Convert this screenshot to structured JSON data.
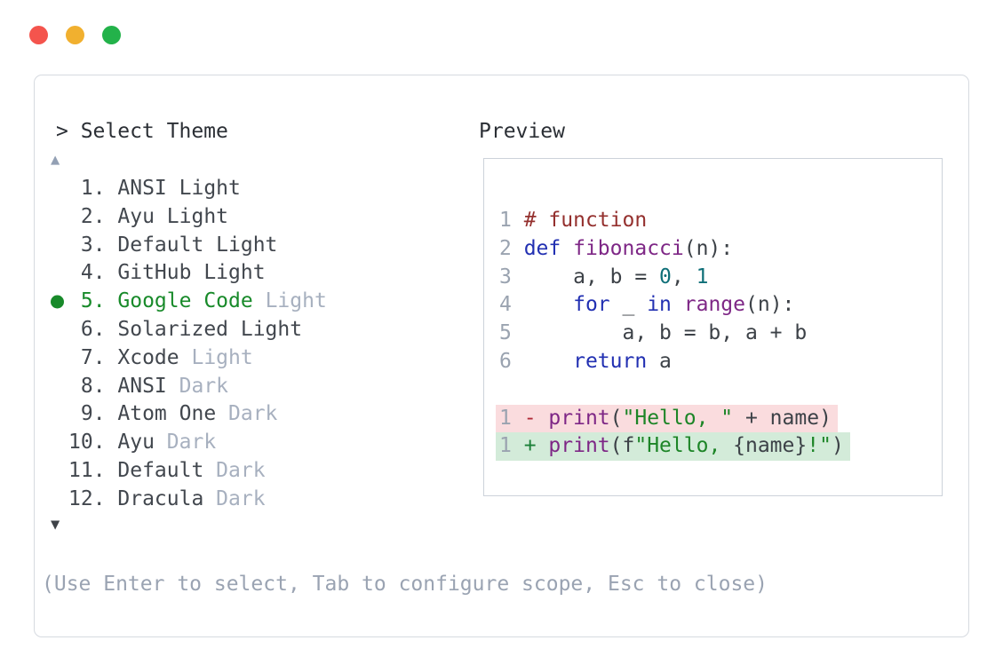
{
  "window": {
    "controls": [
      {
        "name": "close",
        "color_key": "traffic_red"
      },
      {
        "name": "minimize",
        "color_key": "traffic_yellow"
      },
      {
        "name": "zoom",
        "color_key": "traffic_green"
      }
    ]
  },
  "selector": {
    "title": "> Select Theme",
    "scroll_up": "▲",
    "scroll_down": "▼",
    "hint": "(Use Enter to select, Tab to configure scope, Esc to close)",
    "selected_item": "Google Code Light",
    "items": [
      {
        "num": " 1.",
        "name": "ANSI Light",
        "variant": "",
        "selected": false
      },
      {
        "num": " 2.",
        "name": "Ayu Light",
        "variant": "",
        "selected": false
      },
      {
        "num": " 3.",
        "name": "Default Light",
        "variant": "",
        "selected": false
      },
      {
        "num": " 4.",
        "name": "GitHub Light",
        "variant": "",
        "selected": false
      },
      {
        "num": " 5.",
        "name": "Google Code",
        "variant": "Light",
        "selected": true
      },
      {
        "num": " 6.",
        "name": "Solarized Light",
        "variant": "",
        "selected": false
      },
      {
        "num": " 7.",
        "name": "Xcode",
        "variant": "Light",
        "selected": false
      },
      {
        "num": " 8.",
        "name": "ANSI",
        "variant": "Dark",
        "selected": false
      },
      {
        "num": " 9.",
        "name": "Atom One",
        "variant": "Dark",
        "selected": false
      },
      {
        "num": "10.",
        "name": "Ayu",
        "variant": "Dark",
        "selected": false
      },
      {
        "num": "11.",
        "name": "Default",
        "variant": "Dark",
        "selected": false
      },
      {
        "num": "12.",
        "name": "Dracula",
        "variant": "Dark",
        "selected": false
      }
    ]
  },
  "preview": {
    "title": "Preview",
    "code_lines": [
      {
        "num": "1",
        "bg": "",
        "segments": [
          [
            "# function",
            "comment"
          ]
        ]
      },
      {
        "num": "2",
        "bg": "",
        "segments": [
          [
            "def",
            "keyword"
          ],
          [
            " ",
            "plain"
          ],
          [
            "fibonacci",
            "function"
          ],
          [
            "(n):",
            "plain"
          ]
        ]
      },
      {
        "num": "3",
        "bg": "",
        "segments": [
          [
            "    a, b = ",
            "plain"
          ],
          [
            "0",
            "literal"
          ],
          [
            ", ",
            "plain"
          ],
          [
            "1",
            "literal"
          ]
        ]
      },
      {
        "num": "4",
        "bg": "",
        "segments": [
          [
            "    ",
            "plain"
          ],
          [
            "for",
            "keyword"
          ],
          [
            " _ ",
            "plain"
          ],
          [
            "in",
            "keyword"
          ],
          [
            " ",
            "plain"
          ],
          [
            "range",
            "function"
          ],
          [
            "(n):",
            "plain"
          ]
        ]
      },
      {
        "num": "5",
        "bg": "",
        "segments": [
          [
            "        a, b = b, a + b",
            "plain"
          ]
        ]
      },
      {
        "num": "6",
        "bg": "",
        "segments": [
          [
            "    ",
            "plain"
          ],
          [
            "return",
            "keyword"
          ],
          [
            " a",
            "plain"
          ]
        ]
      },
      {
        "num": "",
        "bg": "",
        "segments": []
      },
      {
        "num": "1",
        "bg": "removed",
        "segments": [
          [
            "- ",
            "minus"
          ],
          [
            "print",
            "function"
          ],
          [
            "(",
            "plain"
          ],
          [
            "\"Hello, \"",
            "string"
          ],
          [
            " + name)",
            "plain"
          ]
        ]
      },
      {
        "num": "1",
        "bg": "added",
        "segments": [
          [
            "+ ",
            "plus"
          ],
          [
            "print",
            "function"
          ],
          [
            "(f",
            "plain"
          ],
          [
            "\"Hello, ",
            "string"
          ],
          [
            "{name}",
            "plain"
          ],
          [
            "!\"",
            "string"
          ],
          [
            ")",
            "plain"
          ]
        ]
      }
    ]
  },
  "colors": {
    "title_text": "#2b2f35",
    "item_text": "#42474e",
    "dim": "#a7b0bf",
    "selected": "#188a2a",
    "hint": "#9aa3b2",
    "scroll_up": "#93a0b4",
    "scroll_down": "#3f4348",
    "panel_border": "#d6dae0",
    "preview_border": "#ccd2da",
    "plain": "#3c4147",
    "comment": "#94302e",
    "keyword": "#2230b2",
    "function_name": "#7e2786",
    "literal": "#0f6f78",
    "string": "#1d8527",
    "line_number": "#9aa3b0",
    "removed_bg": "#fadcde",
    "added_bg": "#d3ebd9",
    "minus": "#b02a37",
    "plus": "#1a7f37",
    "traffic_red": "#f4544d",
    "traffic_yellow": "#f1b02f",
    "traffic_green": "#23b24a"
  }
}
